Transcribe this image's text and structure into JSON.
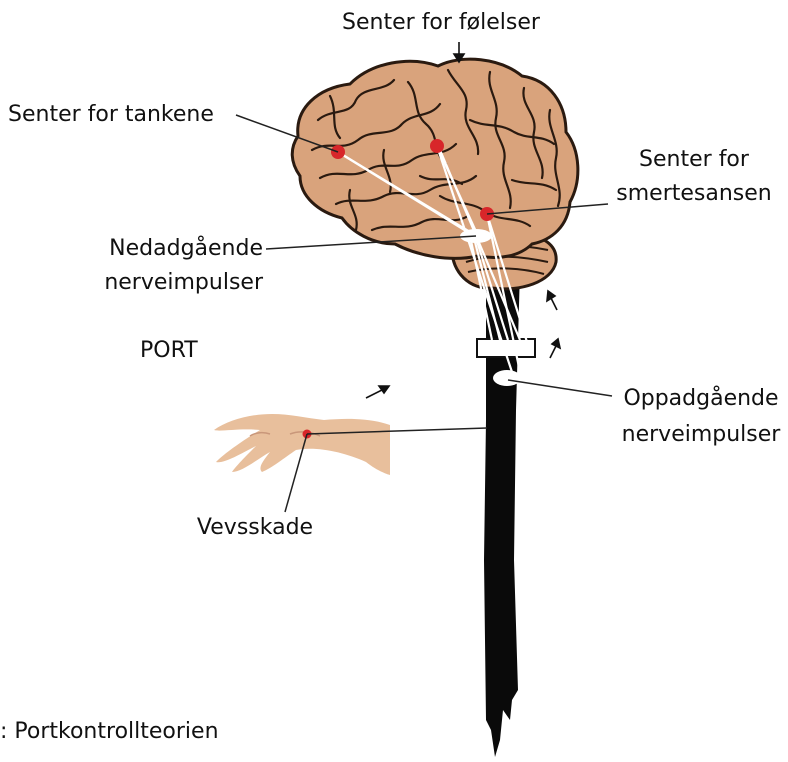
{
  "labels": {
    "emotions": "Senter for følelser",
    "thoughts": "Senter for tankene",
    "pain_line1": "Senter for",
    "pain_line2": "smertesansen",
    "descending_line1": "Nedadgående",
    "descending_line2": "nerveimpulser",
    "gate": "PORT",
    "ascending_line1": "Oppadgående",
    "ascending_line2": "nerveimpulser",
    "injury": "Vevsskade",
    "caption": ": Portkontrollteorien"
  },
  "colors": {
    "brain_fill": "#d9a37c",
    "brain_fold": "#2a1a10",
    "spinal_cord": "#0a0a0a",
    "skin": "#e8bf9c",
    "center_dot": "#d8262a",
    "label_line": "#222222"
  }
}
